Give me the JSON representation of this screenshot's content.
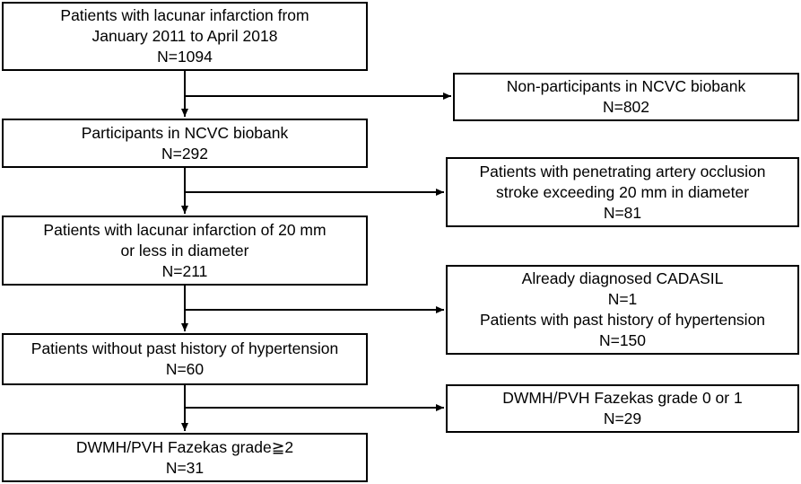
{
  "boxes": {
    "b1": {
      "lines": [
        "Patients with lacunar infarction from",
        "January 2011 to April 2018",
        "N=1094"
      ]
    },
    "b2": {
      "lines": [
        "Participants in NCVC biobank",
        "N=292"
      ]
    },
    "b3": {
      "lines": [
        "Patients with lacunar infarction of 20 mm",
        "or less in diameter",
        "N=211"
      ]
    },
    "b4": {
      "lines": [
        "Patients without past history of hypertension",
        "N=60"
      ]
    },
    "b5": {
      "lines": [
        "DWMH/PVH Fazekas grade≧2",
        "N=31"
      ]
    },
    "e1": {
      "lines": [
        "Non-participants in NCVC biobank",
        "N=802"
      ]
    },
    "e2": {
      "lines": [
        "Patients with penetrating artery occlusion",
        "stroke exceeding 20 mm in diameter",
        "N=81"
      ]
    },
    "e3": {
      "lines": [
        "Already diagnosed CADASIL",
        "N=1",
        "Patients with past history of hypertension",
        "N=150"
      ]
    },
    "e4": {
      "lines": [
        "DWMH/PVH Fazekas grade 0 or 1",
        "N=29"
      ]
    }
  },
  "colors": {
    "line": "#000000",
    "background": "#ffffff"
  }
}
